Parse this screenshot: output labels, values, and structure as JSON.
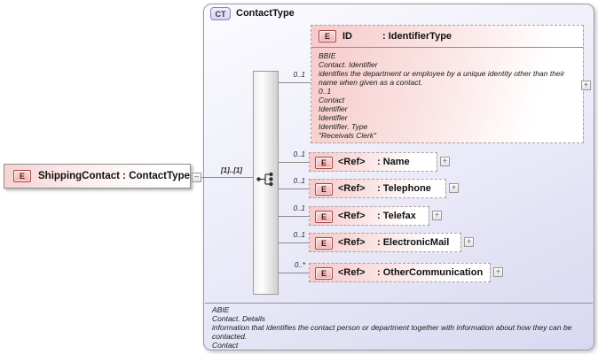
{
  "diagram": {
    "root_element": {
      "badge": "E",
      "label": "ShippingContact : ContactType",
      "cardinality": "[1]..[1]"
    },
    "complex_type": {
      "badge": "CT",
      "title": "ContactType",
      "annotation_lines": [
        "ABIE",
        "Contact. Details",
        "information that identifies the contact person or department together with information about how they can be contacted.",
        "Contact"
      ]
    },
    "compositor": "sequence",
    "id_element": {
      "badge": "E",
      "cardinality": "0..1",
      "name": "ID",
      "type": ": IdentifierType",
      "annotation_lines": [
        "BBIE",
        "Contact. Identifier",
        "identifies the department or employee by a unique identity other than their name when given as a contact.",
        "0..1",
        "Contact",
        "Identifier",
        "Identifier",
        "Identifier. Type",
        "\"Receivals Clerk\""
      ]
    },
    "ref_elements": [
      {
        "badge": "E",
        "cardinality": "0..1",
        "name": "<Ref>",
        "type": ": Name"
      },
      {
        "badge": "E",
        "cardinality": "0..1",
        "name": "<Ref>",
        "type": ": Telephone"
      },
      {
        "badge": "E",
        "cardinality": "0..1",
        "name": "<Ref>",
        "type": ": Telefax"
      },
      {
        "badge": "E",
        "cardinality": "0..1",
        "name": "<Ref>",
        "type": ": ElectronicMail"
      },
      {
        "badge": "E",
        "cardinality": "0..*",
        "name": "<Ref>",
        "type": ": OtherCommunication"
      }
    ],
    "icons": {
      "expand": "+",
      "collapse": "−"
    },
    "colors": {
      "element_pink": "#f6caca",
      "badge_border_red": "#a04444",
      "container_lavender": "#d8d8f1",
      "line_gray": "#8a8a8a"
    }
  }
}
